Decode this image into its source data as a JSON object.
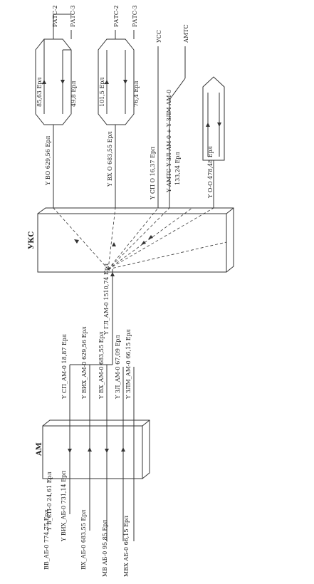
{
  "blocks": {
    "am": "AM",
    "ukc": "УКС"
  },
  "am_labels": {
    "left": [
      "Y В_СП-0  24,61 Ерл",
      "Y ВИХ_АБ-0  731,14 Ерл",
      "ВВ_АБ-0  774,75 Ерл",
      "ВХ_АБ-0  683,55 Ерл",
      "МВ АБ-0  95,85 Ерл",
      "МВХ АБ-0  66,15 Ерл"
    ],
    "right": [
      "Y СП_АМ-0  18,87 Ерл",
      "Y ВИХ_АМ-0  629,56 Ерл",
      "Y ВХ_АМ-0  683,55 Ерл",
      "Y ЗЛ_АМ-0  67,09 Ерл",
      "Y ЗЛМ_АМ-0  66,15 Ерл"
    ]
  },
  "trunk_label": "Y ГЛ_АМ-0  1510,74 Ерл",
  "ukc_labels": {
    "vo": "Y ВО  629,56 Ерл",
    "vx": "Y ВХ О  683,55 Ерл",
    "sp": "Y СП О  16,37 Ерл",
    "amts": "Y АМТС  Y ЗЛ АМ-0 + Y ЗЛМ АМ-0",
    "amts_value": "133,24 Ерл",
    "oo": "Y О-О  478,48 Ерл"
  },
  "top_values": {
    "g1a": "85,63 Ерл",
    "g1b": "49,8 Ерл",
    "g2a": "101,5 Ерл",
    "g2b": "76,4 Ерл"
  },
  "destinations": {
    "ratc2_a": "РАТС-2",
    "ratc3_a": "РАТС-3",
    "ratc2_b": "РАТС-2",
    "ratc3_b": "РАТС-3",
    "ucc": "УСС",
    "amtc": "АМТС"
  }
}
